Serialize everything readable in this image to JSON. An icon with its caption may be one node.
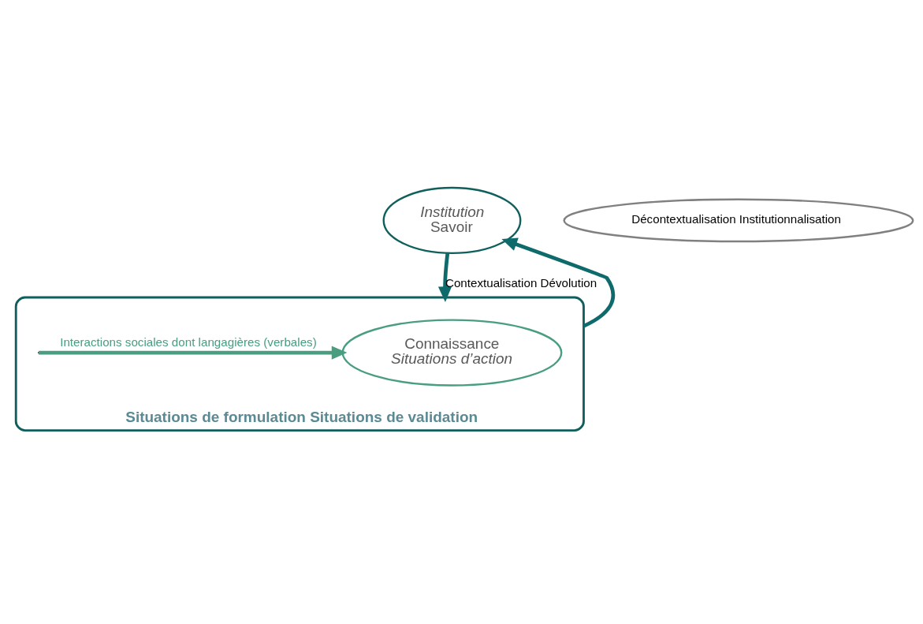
{
  "diagram": {
    "nodes": [
      {
        "text": [
          "Institution",
          "Savoir"
        ]
      },
      {
        "text": [
          "Situations de formulation Situations de validation"
        ]
      },
      {
        "text": [
          "Connaissance",
          "Situations d’action"
        ],
        "in": 1
      },
      {
        "text": [
          "Décontextualisation Institutionnalisation"
        ]
      }
    ],
    "edges": [
      {
        "from": 0,
        "to": 1,
        "arrow": "to",
        "label": "Contextualisation Dévolution"
      },
      {
        "from": 1,
        "to": 0,
        "arrow": "to"
      },
      {
        "from": null,
        "to": 2,
        "arrow": "to",
        "label": "Interactions sociales dont langagières (verbales)",
        "color": "#4a9e80"
      }
    ]
  }
}
